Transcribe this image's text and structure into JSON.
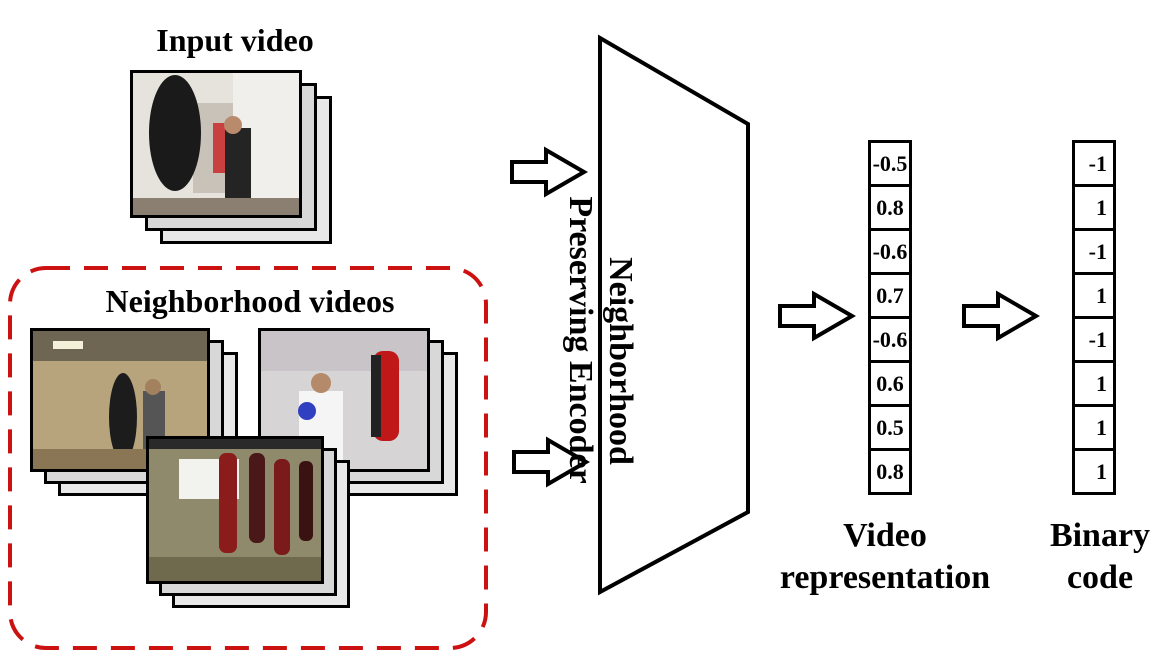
{
  "input_title": "Input video",
  "neighborhood_title": "Neighborhood videos",
  "encoder_label_line1": "Neighborhood",
  "encoder_label_line2": "Preserving Encoder",
  "video_representation_label_line1": "Video",
  "video_representation_label_line2": "representation",
  "binary_code_label_line1": "Binary",
  "binary_code_label_line2": "code",
  "video_representation_values": [
    "-0.5",
    "0.8",
    "-0.6",
    "0.7",
    "-0.6",
    "0.6",
    "0.5",
    "0.8"
  ],
  "binary_code_values": [
    "-1",
    "1",
    "-1",
    "1",
    "-1",
    "1",
    "1",
    "1"
  ],
  "colors": {
    "dashed_box": "#cc1111",
    "stroke": "#000000"
  }
}
